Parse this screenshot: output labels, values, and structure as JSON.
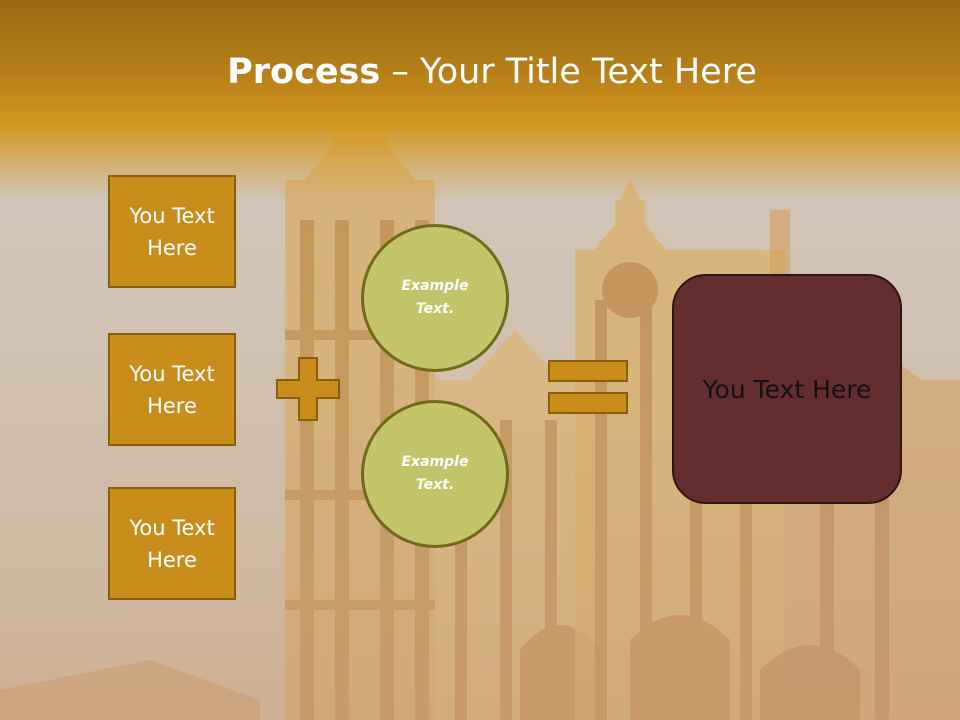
{
  "title": {
    "bold": "Process",
    "rest": " – Your Title Text Here"
  },
  "side_boxes": [
    "You Text Here",
    "You Text Here",
    "You Text Here"
  ],
  "circles": [
    "Example Text.",
    "Example Text."
  ],
  "result_box": "You Text Here",
  "operators": {
    "plus": "plus-sign",
    "equals": "equals-sign"
  },
  "colors": {
    "header": "#c48a1a",
    "side_box": "#c98d1c",
    "circle": "#c4c46a",
    "result_box": "#642e2e",
    "operator": "#c98d1c"
  }
}
